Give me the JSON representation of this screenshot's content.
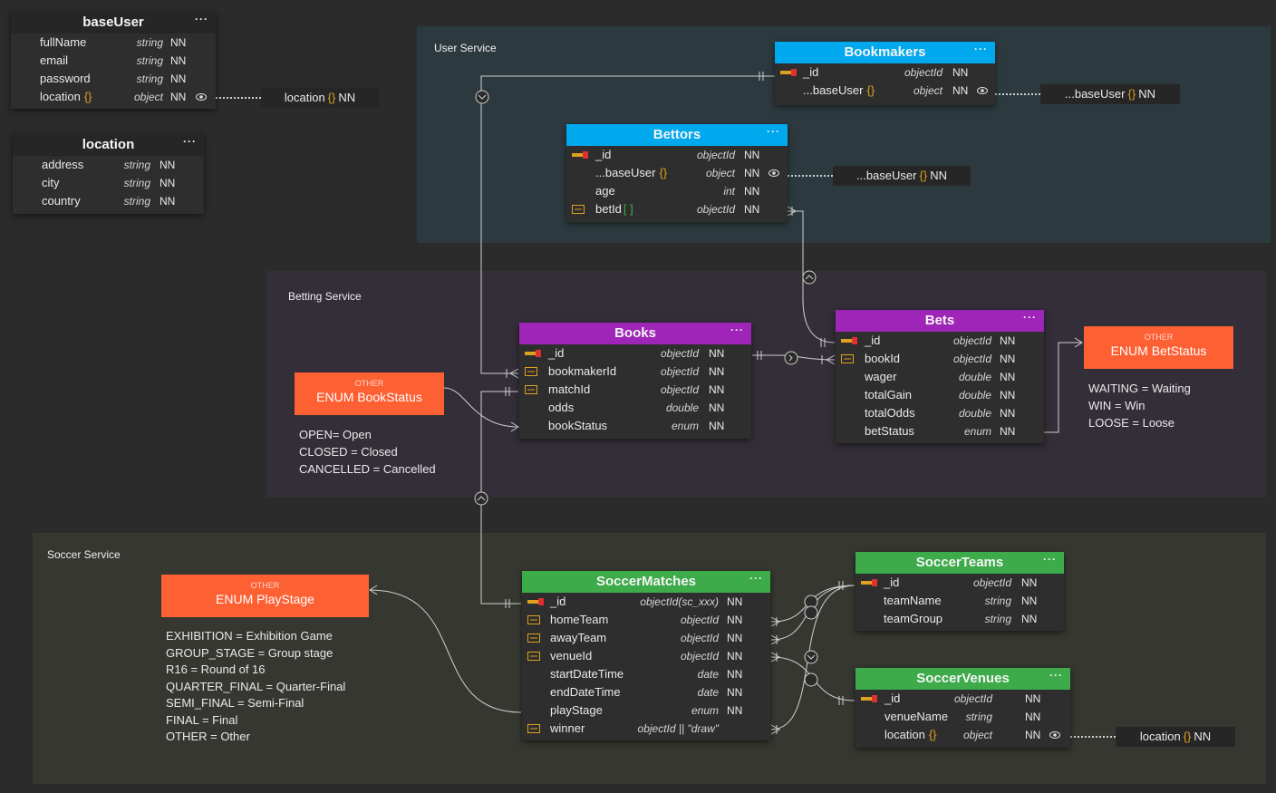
{
  "regions": {
    "user_service": "User Service",
    "betting_service": "Betting Service",
    "soccer_service": "Soccer Service"
  },
  "colors": {
    "user_header": "#00a8ee",
    "betting_header": "#9f25b8",
    "soccer_header": "#3dab4a",
    "dark_header": "#262626",
    "enum": "#fc6033"
  },
  "icons": {
    "primary_key": "key-icon",
    "foreign_key": "relation-icon",
    "menu": "ellipsis-icon",
    "visibility": "eye-icon"
  },
  "entities": {
    "baseUser": {
      "title": "baseUser",
      "menu": "···",
      "rows": [
        {
          "name": "fullName",
          "type": "string",
          "nn": "NN"
        },
        {
          "name": "email",
          "type": "string",
          "nn": "NN"
        },
        {
          "name": "password",
          "type": "string",
          "nn": "NN"
        },
        {
          "name": "location",
          "brace": "{}",
          "type": "object",
          "nn": "NN"
        }
      ]
    },
    "location": {
      "title": "location",
      "menu": "···",
      "rows": [
        {
          "name": "address",
          "type": "string",
          "nn": "NN"
        },
        {
          "name": "city",
          "type": "string",
          "nn": "NN"
        },
        {
          "name": "country",
          "type": "string",
          "nn": "NN"
        }
      ]
    },
    "bookmakers": {
      "title": "Bookmakers",
      "menu": "···",
      "rows": [
        {
          "name": "_id",
          "type": "objectId",
          "nn": "NN"
        },
        {
          "name": "...baseUser",
          "brace": "{}",
          "type": "object",
          "nn": "NN"
        }
      ]
    },
    "bettors": {
      "title": "Bettors",
      "menu": "···",
      "rows": [
        {
          "name": "_id",
          "type": "objectId",
          "nn": "NN"
        },
        {
          "name": "...baseUser",
          "brace": "{}",
          "type": "object",
          "nn": "NN"
        },
        {
          "name": "age",
          "type": "int",
          "nn": "NN"
        },
        {
          "name": "betId",
          "brace": "[ ]",
          "type": "objectId",
          "nn": "NN"
        }
      ]
    },
    "books": {
      "title": "Books",
      "menu": "···",
      "rows": [
        {
          "name": "_id",
          "type": "objectId",
          "nn": "NN"
        },
        {
          "name": "bookmakerId",
          "type": "objectId",
          "nn": "NN"
        },
        {
          "name": "matchId",
          "type": "objectId",
          "nn": "NN"
        },
        {
          "name": "odds",
          "type": "double",
          "nn": "NN"
        },
        {
          "name": "bookStatus",
          "type": "enum",
          "nn": "NN"
        }
      ]
    },
    "bets": {
      "title": "Bets",
      "menu": "···",
      "rows": [
        {
          "name": "_id",
          "type": "objectId",
          "nn": "NN"
        },
        {
          "name": "bookId",
          "type": "objectId",
          "nn": "NN"
        },
        {
          "name": "wager",
          "type": "double",
          "nn": "NN"
        },
        {
          "name": "totalGain",
          "type": "double",
          "nn": "NN"
        },
        {
          "name": "totalOdds",
          "type": "double",
          "nn": "NN"
        },
        {
          "name": "betStatus",
          "type": "enum",
          "nn": "NN"
        }
      ]
    },
    "soccerMatches": {
      "title": "SoccerMatches",
      "menu": "···",
      "rows": [
        {
          "name": "_id",
          "type": "objectId(sc_xxx)",
          "nn": "NN"
        },
        {
          "name": "homeTeam",
          "type": "objectId",
          "nn": "NN"
        },
        {
          "name": "awayTeam",
          "type": "objectId",
          "nn": "NN"
        },
        {
          "name": "venueId",
          "type": "objectId",
          "nn": "NN"
        },
        {
          "name": "startDateTime",
          "type": "date",
          "nn": "NN"
        },
        {
          "name": "endDateTime",
          "type": "date",
          "nn": "NN"
        },
        {
          "name": "playStage",
          "type": "enum",
          "nn": "NN"
        },
        {
          "name": "winner",
          "type": "objectId || \"draw\"",
          "nn": ""
        }
      ]
    },
    "soccerTeams": {
      "title": "SoccerTeams",
      "menu": "···",
      "rows": [
        {
          "name": "_id",
          "type": "objectId",
          "nn": "NN"
        },
        {
          "name": "teamName",
          "type": "string",
          "nn": "NN"
        },
        {
          "name": "teamGroup",
          "type": "string",
          "nn": "NN"
        }
      ]
    },
    "soccerVenues": {
      "title": "SoccerVenues",
      "menu": "···",
      "rows": [
        {
          "name": "_id",
          "type": "objectId",
          "nn": "NN"
        },
        {
          "name": "venueName",
          "type": "string",
          "nn": "NN"
        },
        {
          "name": "location",
          "brace": "{}",
          "type": "object",
          "nn": "NN"
        }
      ]
    }
  },
  "floaters": {
    "baseUser_location": {
      "name": "location",
      "brace": "{}",
      "nn": "NN"
    },
    "bookmakers_baseUser": {
      "name": "...baseUser",
      "brace": "{}",
      "nn": "NN"
    },
    "bettors_baseUser": {
      "name": "...baseUser",
      "brace": "{}",
      "nn": "NN"
    },
    "venues_location": {
      "name": "location",
      "brace": "{}",
      "nn": "NN"
    }
  },
  "enums": {
    "bookStatus": {
      "tag": "OTHER",
      "title": "ENUM BookStatus",
      "values": [
        "OPEN= Open",
        "CLOSED = Closed",
        "CANCELLED = Cancelled"
      ]
    },
    "betStatus": {
      "tag": "OTHER",
      "title": "ENUM BetStatus",
      "values": [
        "WAITING = Waiting",
        "WIN = Win",
        "LOOSE = Loose"
      ]
    },
    "playStage": {
      "tag": "OTHER",
      "title": "ENUM PlayStage",
      "values": [
        "EXHIBITION = Exhibition Game",
        "GROUP_STAGE = Group stage",
        "R16 = Round of 16",
        "QUARTER_FINAL = Quarter-Final",
        "SEMI_FINAL = Semi-Final",
        "FINAL = Final",
        "OTHER = Other"
      ]
    }
  }
}
